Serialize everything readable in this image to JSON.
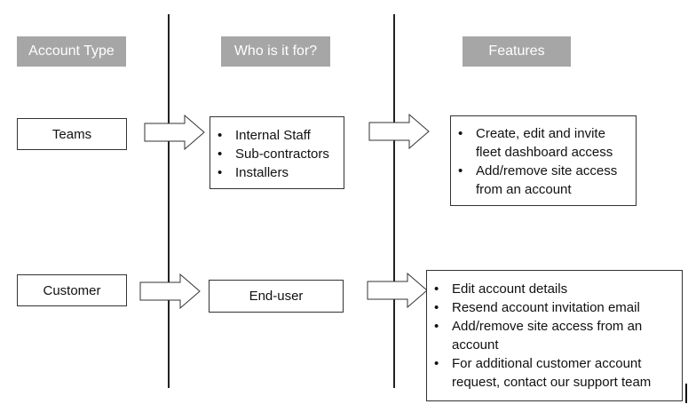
{
  "headers": {
    "account_type": "Account Type",
    "who_is_it_for": "Who is it for?",
    "features": "Features"
  },
  "rows": [
    {
      "account": "Teams",
      "who": [
        "Internal Staff",
        "Sub-contractors",
        "Installers"
      ],
      "features": [
        "Create, edit and invite fleet dashboard access",
        "Add/remove site access from an account"
      ]
    },
    {
      "account": "Customer",
      "who": "End-user",
      "features": [
        "Edit account details",
        "Resend account invitation email",
        "Add/remove site access from an account",
        "For additional customer account request, contact our support team"
      ]
    }
  ],
  "colors": {
    "header_bg": "#a6a6a6",
    "header_text": "#ffffff",
    "border": "#333333"
  }
}
